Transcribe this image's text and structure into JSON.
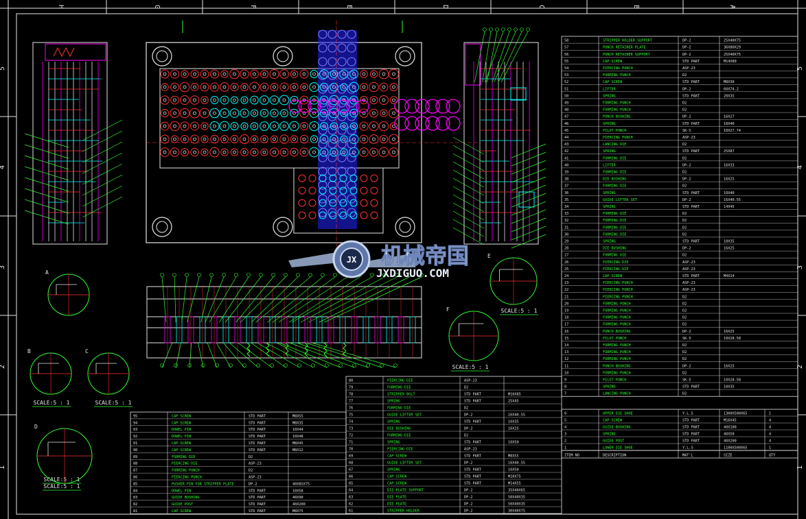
{
  "zones_top": [
    "H",
    "G",
    "F",
    "E",
    "D",
    "C",
    "B",
    "A"
  ],
  "zones_side": [
    "5",
    "4",
    "3",
    "2",
    "1"
  ],
  "colors": {
    "background": "#000000",
    "frame": "#e6e6e6",
    "cad_green": "#33ff33",
    "cad_magenta": "#ff00ff",
    "cad_blue": "#2222ff",
    "cad_cyan": "#00ffff",
    "cad_red": "#ff3333",
    "cad_yellow": "#ffff33"
  },
  "watermark": {
    "cn": "机械帝国",
    "en": "JXDIGUO.COM",
    "logo_letters": "JX"
  },
  "details": [
    {
      "letter": "A",
      "scale": "SCALE:5 : 1"
    },
    {
      "letter": "B",
      "scale": "SCALE:5 : 1"
    },
    {
      "letter": "C",
      "scale": "SCALE:5 : 1"
    },
    {
      "letter": "D",
      "scale": "SCALE:5 : 1"
    },
    {
      "letter": "E",
      "scale": "SCALE:5 : 1"
    },
    {
      "letter": "F",
      "scale": "SCALE:5 : 1"
    }
  ],
  "bom_right": {
    "rows": [
      [
        "58",
        "STRIPPER HOLDER SUPPORT",
        "DP-2",
        "25X40X75"
      ],
      [
        "57",
        "PUNCH RETAINER PLATE",
        "DP-2",
        "36X80X29"
      ],
      [
        "56",
        "PUNCH RETAINER SUPPORT",
        "DP-2",
        "25X40X75"
      ],
      [
        "55",
        "CAP SCREW",
        "STD PART",
        "M14X80"
      ],
      [
        "54",
        "PIERCING PUNCH",
        "ASP-23",
        ""
      ],
      [
        "53",
        "FORMING PUNCH",
        "D2",
        ""
      ],
      [
        "52",
        "CAP SCREW",
        "STD PART",
        "M8X30"
      ],
      [
        "51",
        "LIFTER",
        "DP-2",
        "60X74.2"
      ],
      [
        "50",
        "SPRING",
        "STD PART",
        "20X35"
      ],
      [
        "49",
        "FORMING PUNCH",
        "D2",
        ""
      ],
      [
        "48",
        "FORMING PUNCH",
        "D2",
        ""
      ],
      [
        "47",
        "PUNCH BUSHING",
        "DP-2",
        "16X27"
      ],
      [
        "46",
        "SPRING",
        "STD PART",
        "10X40"
      ],
      [
        "45",
        "PILOT PUNCH",
        "SK-5",
        "10X27.74"
      ],
      [
        "44",
        "PIERCING PUNCH",
        "ASP-23",
        ""
      ],
      [
        "43",
        "LANCING DIE",
        "D2",
        ""
      ],
      [
        "42",
        "SPRING",
        "STD PART",
        "25X87"
      ],
      [
        "41",
        "FORMING DIE",
        "D2",
        ""
      ],
      [
        "40",
        "LIFTER",
        "DP-2",
        "16X33"
      ],
      [
        "39",
        "FORMING DIE",
        "D2",
        ""
      ],
      [
        "38",
        "DIE BUSHING",
        "DP-2",
        "16X25"
      ],
      [
        "37",
        "FORMING DIE",
        "D2",
        ""
      ],
      [
        "36",
        "SPRING",
        "STD PART",
        "10X40"
      ],
      [
        "35",
        "GUIDE LIFTER SET",
        "DP-2",
        "16X40.55"
      ],
      [
        "34",
        "SPRING",
        "STD PART",
        "14X45"
      ],
      [
        "33",
        "FORMING DIE",
        "D2",
        ""
      ],
      [
        "32",
        "FORMING DIE",
        "D2",
        ""
      ],
      [
        "31",
        "FORMING DIE",
        "D2",
        ""
      ],
      [
        "30",
        "FORMING DIE",
        "D2",
        ""
      ],
      [
        "29",
        "SPRING",
        "STD PART",
        "10X35"
      ],
      [
        "28",
        "DIE BUSHING",
        "DP-2",
        "16X25"
      ],
      [
        "27",
        "FORMING DIE",
        "D2",
        ""
      ],
      [
        "26",
        "PIERCING DIE",
        "ASP-23",
        ""
      ],
      [
        "25",
        "PIERCING DIE",
        "ASP-23",
        ""
      ],
      [
        "24",
        "CAP SCREW",
        "STD PART",
        "M4X14"
      ],
      [
        "23",
        "PIERCING PUNCH",
        "ASP-23",
        ""
      ],
      [
        "22",
        "PIERCING PUNCH",
        "ASP-23",
        ""
      ],
      [
        "21",
        "PIERCING PUNCH",
        "D2",
        ""
      ],
      [
        "20",
        "FORMING PUNCH",
        "D2",
        ""
      ],
      [
        "19",
        "FORMING PUNCH",
        "D2",
        ""
      ],
      [
        "18",
        "FORMING PUNCH",
        "D2",
        ""
      ],
      [
        "17",
        "FORMING PUNCH",
        "D2",
        ""
      ],
      [
        "16",
        "PUNCH BUSHING",
        "DP-2",
        "16X25"
      ],
      [
        "15",
        "PILOT PUNCH",
        "SK-5",
        "10X28.58"
      ],
      [
        "14",
        "FORMING PUNCH",
        "D2",
        ""
      ],
      [
        "13",
        "FORMING PUNCH",
        "D2",
        ""
      ],
      [
        "12",
        "FORMING PUNCH",
        "D2",
        ""
      ],
      [
        "11",
        "PUNCH BUSHING",
        "DP-2",
        "16X25"
      ],
      [
        "10",
        "FORMING PUNCH",
        "D2",
        ""
      ],
      [
        "9",
        "PILOT PUNCH",
        "SK-5",
        "10X28.58"
      ],
      [
        "8",
        "SPRING",
        "STD PART",
        "10X35"
      ],
      [
        "7",
        "LANCING PUNCH",
        "D2",
        ""
      ]
    ],
    "bottom_rows": [
      [
        "6",
        "UPPER DIE SHOE",
        "Y.L.S",
        "1300X500X65",
        "1"
      ],
      [
        "5",
        "CAP SCREW",
        "STD PART",
        "M16X45",
        "4"
      ],
      [
        "4",
        "GUIDE BUSHING",
        "STD PART",
        "40X100",
        "4"
      ],
      [
        "3",
        "SPRING",
        "STD PART",
        "40X50",
        "4"
      ],
      [
        "2",
        "GUIDE POST",
        "STD PART",
        "40X200",
        "4"
      ],
      [
        "1",
        "LOWER DIE SHOE",
        "Y.L.S",
        "1100X500X65",
        "1"
      ]
    ],
    "header": [
      "ITEM NO",
      "DESCRIPTION",
      "MAT'L",
      "SIZE",
      "QTY"
    ]
  },
  "bom_middle": {
    "rows": [
      [
        "80",
        "PIERCING DIE",
        "ASP-23",
        ""
      ],
      [
        "79",
        "FORMING DIE",
        "D2",
        ""
      ],
      [
        "78",
        "STRIPPER BOLT",
        "STD PART",
        "M10X85"
      ],
      [
        "77",
        "SPRING",
        "STD PART",
        "25X45"
      ],
      [
        "76",
        "FORMING DIE",
        "D2",
        ""
      ],
      [
        "75",
        "GUIDE LIFTER SET",
        "DP-2",
        "16X40.55"
      ],
      [
        "74",
        "SPRING",
        "STD PART",
        "10X35"
      ],
      [
        "73",
        "DIE BUSHING",
        "DP-2",
        "16X25"
      ],
      [
        "72",
        "FORMING DIE",
        "D2",
        ""
      ],
      [
        "71",
        "SPRING",
        "STD PART",
        "10X50"
      ],
      [
        "70",
        "PIERCING DIE",
        "ASP-23",
        ""
      ],
      [
        "69",
        "CAP SCREW",
        "STD PART",
        "M8X55"
      ],
      [
        "68",
        "GUIDE LIFTER SET",
        "DP-2",
        "16X40.55"
      ],
      [
        "67",
        "SPRING",
        "STD PART",
        "10X50"
      ],
      [
        "66",
        "CAP SCREW",
        "STD PART",
        "M10X75"
      ],
      [
        "65",
        "CAP SCREW",
        "STD PART",
        "M14X55"
      ],
      [
        "64",
        "DIE PLATE SUPPORT",
        "DP-2",
        "35X40X65"
      ],
      [
        "63",
        "DIE PLATE",
        "DP-2",
        "50X40X35"
      ],
      [
        "62",
        "DIE PLATE",
        "DP-2",
        "50X40X35"
      ],
      [
        "61",
        "STRIPPER HOLDER",
        "DP-2",
        "30X40X75"
      ]
    ]
  },
  "bom_left": {
    "rows": [
      [
        "95",
        "CAP SCREW",
        "STD PART",
        "M8X55"
      ],
      [
        "94",
        "CAP SCREW",
        "STD PART",
        "M8X35"
      ],
      [
        "93",
        "DOWEL PIN",
        "STD PART",
        "10X44"
      ],
      [
        "92",
        "DOWEL PIN",
        "STD PART",
        "10X48"
      ],
      [
        "91",
        "CAP SCREW",
        "STD PART",
        "M8X45"
      ],
      [
        "90",
        "CAP SCREW",
        "STD PART",
        "M8X12"
      ],
      [
        "89",
        "FORMING DIE",
        "D2",
        ""
      ],
      [
        "88",
        "PIERCING DIE",
        "ASP-23",
        ""
      ],
      [
        "87",
        "FORMING PUNCH",
        "D2",
        ""
      ],
      [
        "86",
        "PIERCING PUNCH",
        "ASP-23",
        ""
      ],
      [
        "85",
        "PUSHER PIN FOR STRIPPER PLATE",
        "DP-2",
        "40X85X75"
      ],
      [
        "84",
        "DOWEL PIN",
        "STD PART",
        "10X58"
      ],
      [
        "83",
        "GUIDE BUSHING",
        "STD PART",
        "40X90"
      ],
      [
        "82",
        "GUIDE POST",
        "STD PART",
        "40X200"
      ],
      [
        "81",
        "CAP SCREW",
        "STD PART",
        "M8X75"
      ]
    ]
  }
}
